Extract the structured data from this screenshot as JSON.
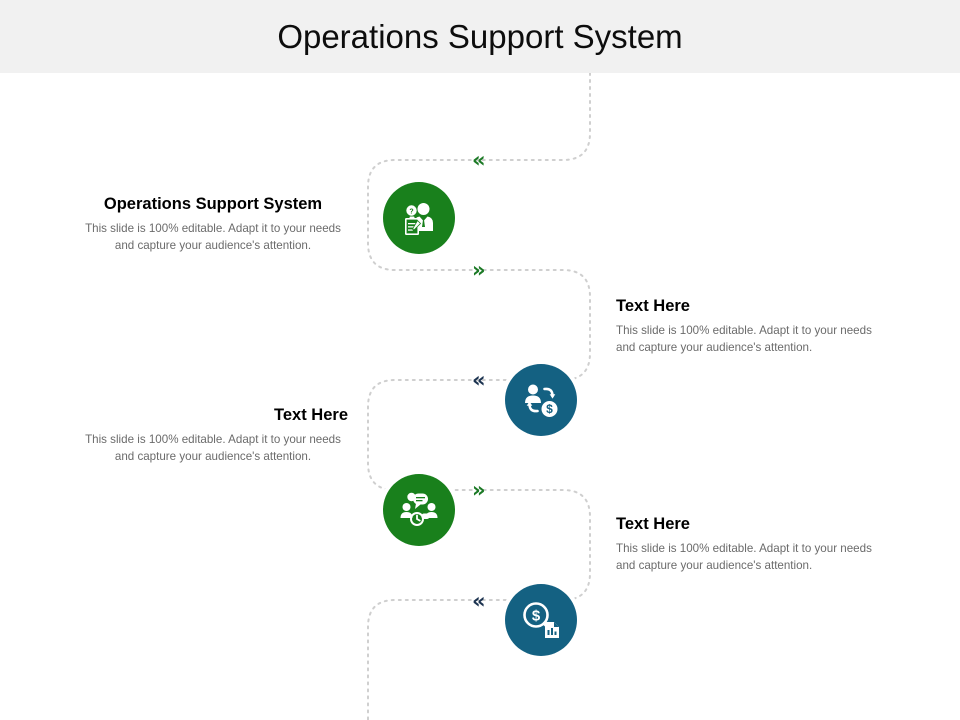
{
  "slide": {
    "title": "Operations Support System",
    "background": "#ffffff",
    "header_background": "#f1f1f1"
  },
  "colors": {
    "green": "#19801c",
    "teal": "#146182",
    "chevron_green": "#1c7a26",
    "chevron_navy": "#1c3350",
    "path_dotted": "#cfcfcf",
    "body_text": "#6b6b6b",
    "title_text": "#000000"
  },
  "blocks": [
    {
      "id": "block-1",
      "title": "Operations Support System",
      "body": "This slide is 100% editable. Adapt it to your needs and capture your audience's attention.",
      "icon": "person-survey-clipboard-icon",
      "circle_color": "green",
      "side": "left"
    },
    {
      "id": "block-2",
      "title": "Text Here",
      "body": "This slide is 100% editable. Adapt it to your needs and capture your audience's attention.",
      "icon": "customer-money-exchange-icon",
      "circle_color": "teal",
      "side": "right"
    },
    {
      "id": "block-3",
      "title": "Text Here",
      "body": "This slide is 100% editable. Adapt it to your needs and capture your audience's attention.",
      "icon": "people-conversation-icon",
      "circle_color": "green",
      "side": "left"
    },
    {
      "id": "block-4",
      "title": "Text Here",
      "body": "This slide is 100% editable. Adapt it to your needs and capture your audience's attention.",
      "icon": "dollar-search-document-icon",
      "circle_color": "teal",
      "side": "right"
    }
  ],
  "connectors": [
    {
      "id": "chev-1",
      "glyph": "«",
      "color": "green"
    },
    {
      "id": "chev-2",
      "glyph": "»",
      "color": "green"
    },
    {
      "id": "chev-3",
      "glyph": "«",
      "color": "navy"
    },
    {
      "id": "chev-4",
      "glyph": "»",
      "color": "green"
    },
    {
      "id": "chev-5",
      "glyph": "«",
      "color": "navy"
    }
  ]
}
